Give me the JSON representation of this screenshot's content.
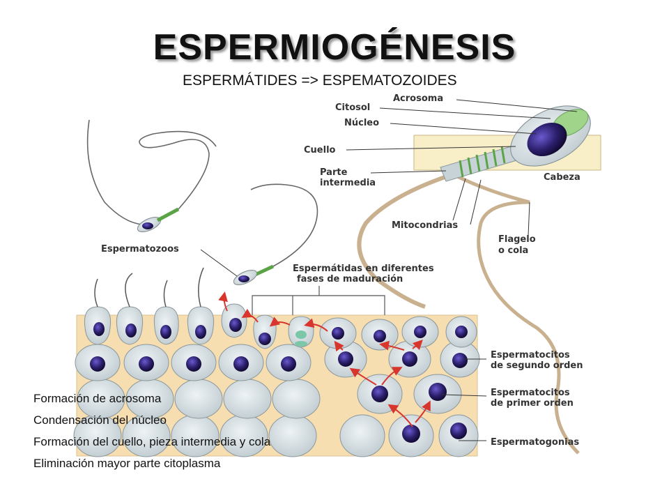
{
  "title": "ESPERMIOGÉNESIS",
  "subtitle": "ESPERMÁTIDES  =>  ESPEMATOZOIDES",
  "labels": {
    "acrosoma": "Acrosoma",
    "citosol": "Citosol",
    "nucleo": "Núcleo",
    "cuello": "Cuello",
    "parte": "Parte",
    "intermedia": "intermedia",
    "cabeza": "Cabeza",
    "mitocondrias": "Mitocondrias",
    "flagelo": "Flagelo",
    "o_cola": "o cola",
    "espermatozoos": "Espermatozoos",
    "espermatidas_1": "Espermátidas en diferentes",
    "espermatidas_2": "fases de maduración",
    "espermatocitos_2_1": "Espermatocitos",
    "espermatocitos_2_2": "de segundo orden",
    "espermatocitos_1_1": "Espermatocitos",
    "espermatocitos_1_2": "de primer orden",
    "espermatogonias": "Espermatogonias"
  },
  "notes": [
    "Formación de acrosoma",
    "Condensación del núcleo",
    "Formación del cuello, pieza intermedia  y cola",
    "Eliminación mayor parte citoplasma"
  ],
  "colors": {
    "tissue": "#f7deb0",
    "cell": "#d7dfe3",
    "cell_edge": "#8a979c",
    "nucleus": "#2b1f6b",
    "arrow": "#d8352c",
    "tail": "#c9b08f",
    "mito": "#5ba446",
    "acrosome": "#9fd48a"
  }
}
